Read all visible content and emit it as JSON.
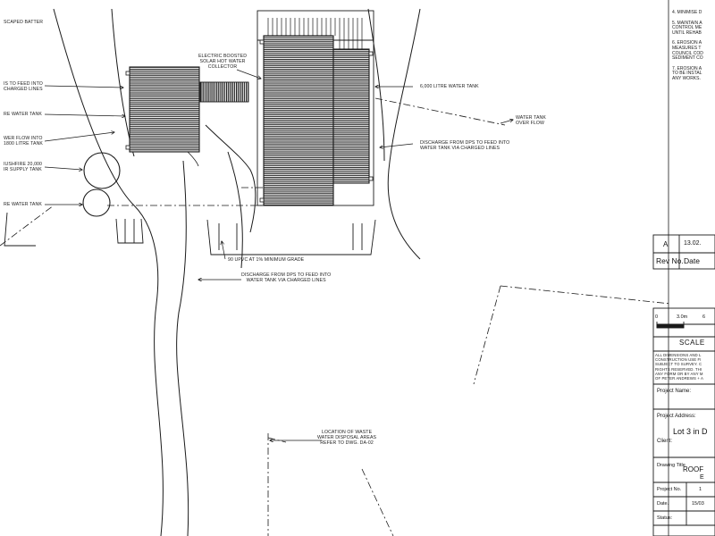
{
  "labels": {
    "landscaped_batter": "SCAPED BATTER",
    "feed_into_charged": "IS TO FEED INTO\nCHARGED LINES",
    "water_tank_left": "RE WATER TANK",
    "overflow_left": "WER FLOW INTO\n1800 LITRE TANK",
    "supply_tank": "IUSHFIRE 20,000\nIR SUPPLY TANK",
    "water_tank_bottom_left": "RE WATER TANK",
    "solar_hot_water": "ELECTRIC BOOSTED\nSOLAR HOT WATER\nCOLLECTOR",
    "litre_tank_right": "6,000 LITRE WATER TANK",
    "tank_overflow": "WATER TANK\nOVER FLOW",
    "discharge_right": "DISCHARGE FROM DPS TO FEED INTO\nWATER TANK VIA CHARGED LINES",
    "upvc_grade": "90 UPVC AT 1% MINIMUM GRADE",
    "discharge_bottom": "DISCHARGE FROM DPS TO FEED INTO\nWATER TANK VIA CHARGED LINES",
    "waste_water": "LOCATION OF WASTE\nWATER DISPOSAL AREAS\nREFER TO DWG. DA-02"
  },
  "notes": [
    "4. MINIMISE D",
    "5. MAINTAIN A\nCONTROL ME\nUNTIL REHAB",
    "6. EROSION A\nMEASURES T\nCOUNCIL COD\nSEDIMENT CO",
    "7. EROSION A\nTO BE INSTAL\nANY WORKS."
  ],
  "revision": {
    "rev": "A",
    "date_value": "13.02.",
    "rev_header": "Rev No.",
    "date_header": "Date"
  },
  "scale": {
    "start": "0",
    "mid": "3.0m",
    "end": "6",
    "title": "SCALE"
  },
  "disclaimer": "ALL DIMENSIONS AND L\nCONSTRUCTION USE FI\nSUBJECT TO SURVEY. C\nRIGHTS RESERVED. THI\nANY FORM OR BY ANY M\nOF PETER ANDREWS + A",
  "title_block": {
    "project_name_label": "Project Name:",
    "project_address_label": "Project Address:",
    "lot": "Lot 3 in D",
    "client_label": "Client:",
    "drawing_title_label": "Drawing Title",
    "drawing_title_value": "ROOF",
    "drawing_title_sub": "E",
    "project_no_label": "Project No.",
    "project_no_value": "1",
    "date_label": "Date.",
    "date_value": "15/03",
    "status_label": "Status:"
  },
  "colors": {
    "ink": "#1a1a1a",
    "hatch": "#2b2b2b",
    "paper": "#ffffff"
  }
}
